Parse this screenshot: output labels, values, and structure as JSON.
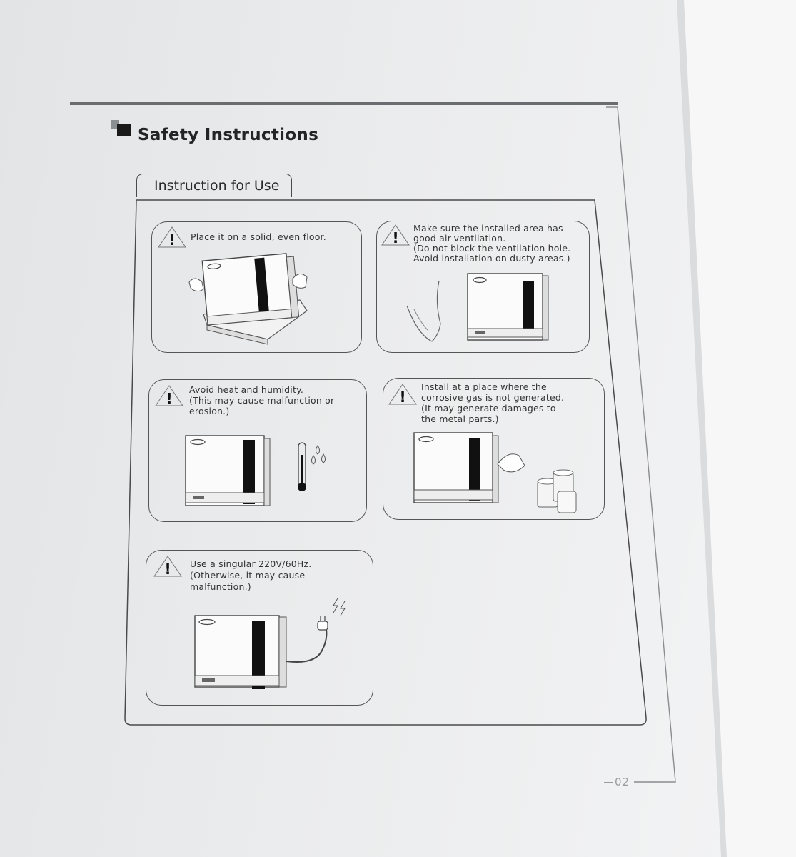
{
  "header": {
    "title": "Safety Instructions",
    "section_tab": "Instruction for Use"
  },
  "cards": [
    {
      "id": "solid-floor",
      "text": "Place it on a solid, even floor."
    },
    {
      "id": "ventilation",
      "text": "Make sure the installed area has\ngood air-ventilation.\n(Do not block the ventilation hole.\n Avoid installation on dusty areas.)"
    },
    {
      "id": "heat-humidity",
      "text": "Avoid heat and humidity.\n(This may cause malfunction or\n erosion.)"
    },
    {
      "id": "corrosive-gas",
      "text": "Install at a place where the\ncorrosive gas is not generated.\n(It may generate damages to\n the metal parts.)"
    },
    {
      "id": "power",
      "text": "Use a singular 220V/60Hz.\n(Otherwise, it may cause\nmalfunction.)"
    }
  ],
  "warning_symbol": "!",
  "icons": {
    "warning": "warning-triangle-icon",
    "title_marker": "square-marker-icon"
  },
  "footer": {
    "page_number": "02"
  },
  "colors": {
    "page": "#ebeced",
    "rule": "#6a6d70",
    "ink": "#242424",
    "appliance_stripe": "#111111"
  }
}
